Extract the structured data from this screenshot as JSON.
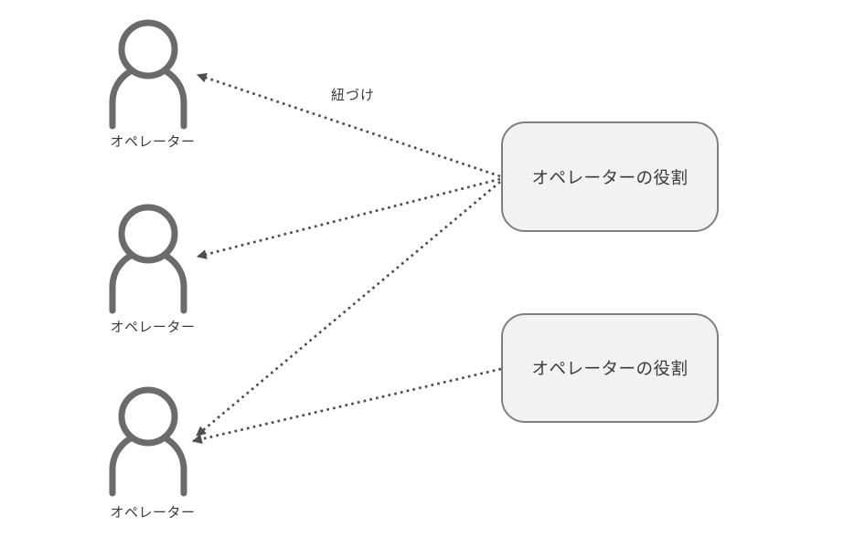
{
  "diagram": {
    "title": "operator-role-mapping",
    "connector_label": "紐づけ",
    "operators": [
      {
        "label": "オペレーター"
      },
      {
        "label": "オペレーター"
      },
      {
        "label": "オペレーター"
      }
    ],
    "roles": [
      {
        "label": "オペレーターの役割"
      },
      {
        "label": "オペレーターの役割"
      }
    ],
    "links": [
      {
        "from": "role-1",
        "to": "operator-1",
        "label": "紐づけ"
      },
      {
        "from": "role-1",
        "to": "operator-2",
        "label": ""
      },
      {
        "from": "role-1",
        "to": "operator-3",
        "label": ""
      },
      {
        "from": "role-2",
        "to": "operator-3",
        "label": ""
      }
    ],
    "colors": {
      "background": "#ffffff",
      "person_icon_stroke": "#6b6b6b",
      "box_fill": "#f2f2f2",
      "box_border": "#7f7f7f",
      "arrow": "#4f4f4f",
      "text": "#3a3a3a"
    }
  }
}
